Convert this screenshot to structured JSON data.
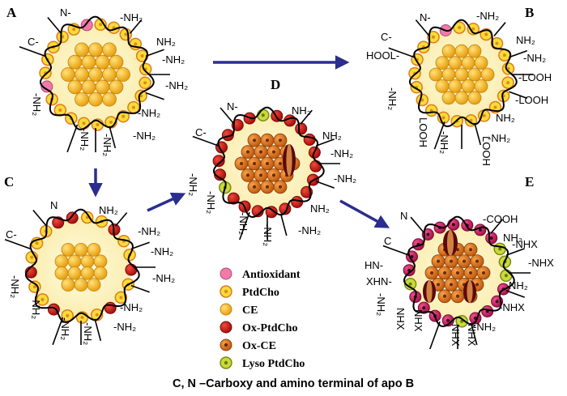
{
  "colors": {
    "core_fill": "#fdf5c8",
    "antioxidant": "#f07aa8",
    "ptdcho": "#f7dc3a",
    "ce": "#f6b21a",
    "ox_ptdcho": "#d21e1e",
    "ox_ce": "#e07a1c",
    "lyso_ptdcho": "#c9da3a",
    "magenta_ptdcho": "#d6236a",
    "arrow": "#2b2d8f"
  },
  "panels": [
    {
      "id": "A",
      "label": "A"
    },
    {
      "id": "B",
      "label": "B"
    },
    {
      "id": "C",
      "label": "C"
    },
    {
      "id": "D",
      "label": "D"
    },
    {
      "id": "E",
      "label": "E"
    }
  ],
  "labels": {
    "nh2": "-NH₂",
    "nh2_plain": "NH₂",
    "looh": "-LOOH",
    "looh_plain": "LOOH",
    "hool": "HOOL-",
    "cooh": "-COOH",
    "nhx": "-NHX",
    "nhx_plain": "NHX",
    "xhn": "XHN-",
    "hn": "HN-",
    "c_term": "C-",
    "c_plain": "C",
    "n_term": "N-",
    "n_plain": "N"
  },
  "legend": [
    {
      "key": "antioxidant",
      "label": "Antioxidant"
    },
    {
      "key": "ptdcho",
      "label": "PtdCho"
    },
    {
      "key": "ce",
      "label": "CE"
    },
    {
      "key": "ox_ptdcho",
      "label": "Ox-PtdCho"
    },
    {
      "key": "ox_ce",
      "label": "Ox-CE"
    },
    {
      "key": "lyso_ptdcho",
      "label": "Lyso PtdCho"
    }
  ],
  "caption": "C, N –Carboxy and amino terminal of apo B"
}
